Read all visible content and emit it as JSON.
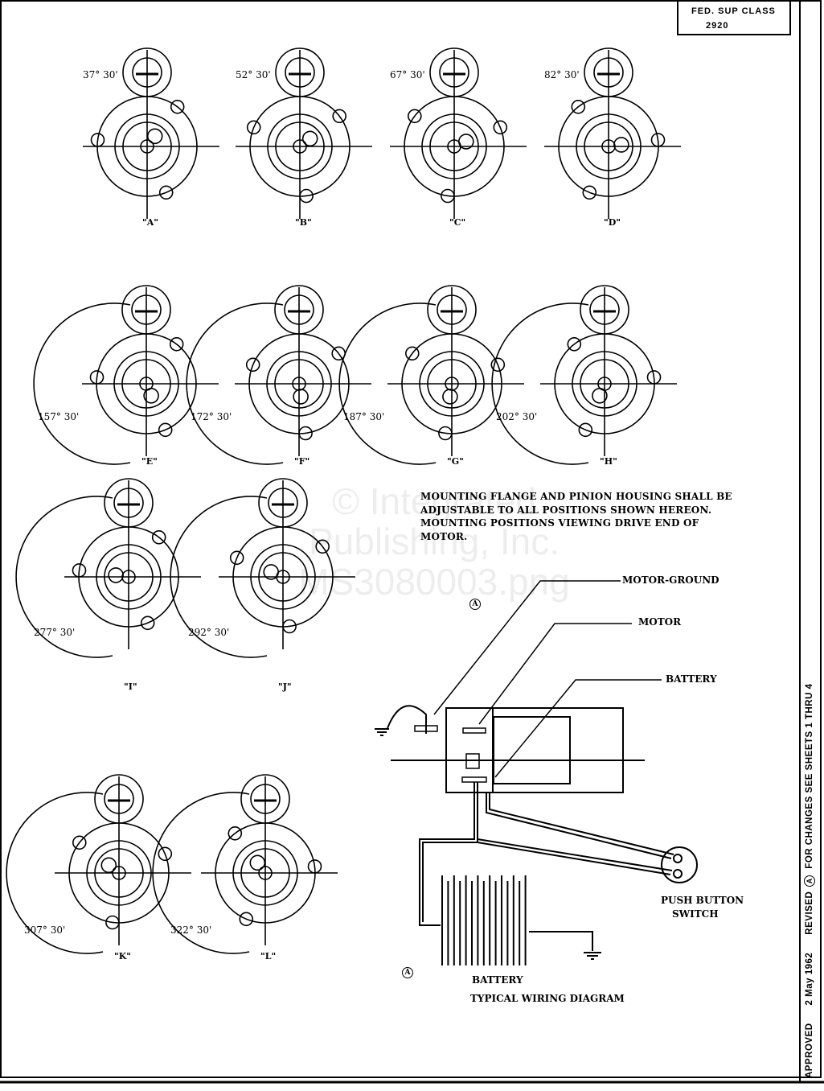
{
  "title_block": {
    "line1": "FED. SUP CLASS",
    "line2": "2920"
  },
  "mounting_positions": [
    {
      "letter": "\"A\"",
      "angle": "37° 30'",
      "deg": 37.5
    },
    {
      "letter": "\"B\"",
      "angle": "52° 30'",
      "deg": 52.5
    },
    {
      "letter": "\"C\"",
      "angle": "67° 30'",
      "deg": 67.5
    },
    {
      "letter": "\"D\"",
      "angle": "82° 30'",
      "deg": 82.5
    },
    {
      "letter": "\"E\"",
      "angle": "157° 30'",
      "deg": 157.5
    },
    {
      "letter": "\"F\"",
      "angle": "172° 30'",
      "deg": 172.5
    },
    {
      "letter": "\"G\"",
      "angle": "187° 30'",
      "deg": 187.5
    },
    {
      "letter": "\"H\"",
      "angle": "202° 30'",
      "deg": 202.5
    },
    {
      "letter": "\"I\"",
      "angle": "277° 30'",
      "deg": 277.5
    },
    {
      "letter": "\"J\"",
      "angle": "292° 30'",
      "deg": 292.5
    },
    {
      "letter": "\"K\"",
      "angle": "307° 30'",
      "deg": 307.5
    },
    {
      "letter": "\"L\"",
      "angle": "322° 30'",
      "deg": 322.5
    }
  ],
  "notes": {
    "line1": "MOUNTING FLANGE AND PINION HOUSING SHALL BE",
    "line2": "ADJUSTABLE TO ALL POSITIONS SHOWN HEREON.",
    "line3": "MOUNTING POSITIONS VIEWING DRIVE END OF",
    "line4": "MOTOR."
  },
  "wiring": {
    "motor_ground": "MOTOR-GROUND",
    "motor": "MOTOR",
    "battery_terminal": "BATTERY",
    "push_button_1": "PUSH BUTTON",
    "push_button_2": "SWITCH",
    "battery": "BATTERY",
    "caption": "TYPICAL WIRING DIAGRAM",
    "revision_mark": "A"
  },
  "side_margin": {
    "approved": "APPROVED",
    "date": "2 May 1962",
    "revised": "REVISED",
    "rev_mark": "A",
    "changes": "FOR CHANGES SEE SHEETS 1 THRU 4"
  },
  "watermark": {
    "line1": "© Integrated",
    "line2": "Publishing, Inc.",
    "line3": "MS3080003.png"
  }
}
